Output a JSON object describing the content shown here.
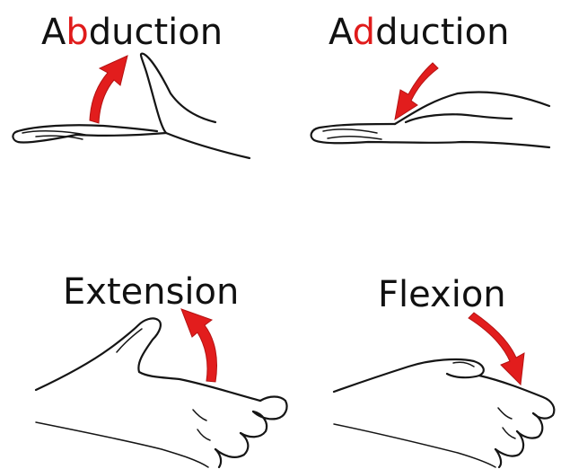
{
  "colors": {
    "text": "#111111",
    "highlight": "#e01b1b",
    "arrow": "#e21d1d",
    "outline": "#151515"
  },
  "panels": [
    {
      "id": "abduction",
      "prefix": "A",
      "highlight": "b",
      "suffix": "duction",
      "arrow_direction": "up"
    },
    {
      "id": "adduction",
      "prefix": "A",
      "highlight": "d",
      "suffix": "duction",
      "arrow_direction": "down"
    },
    {
      "id": "extension",
      "label": "Extension",
      "arrow_direction": "up"
    },
    {
      "id": "flexion",
      "label": "Flexion",
      "arrow_direction": "down"
    }
  ]
}
